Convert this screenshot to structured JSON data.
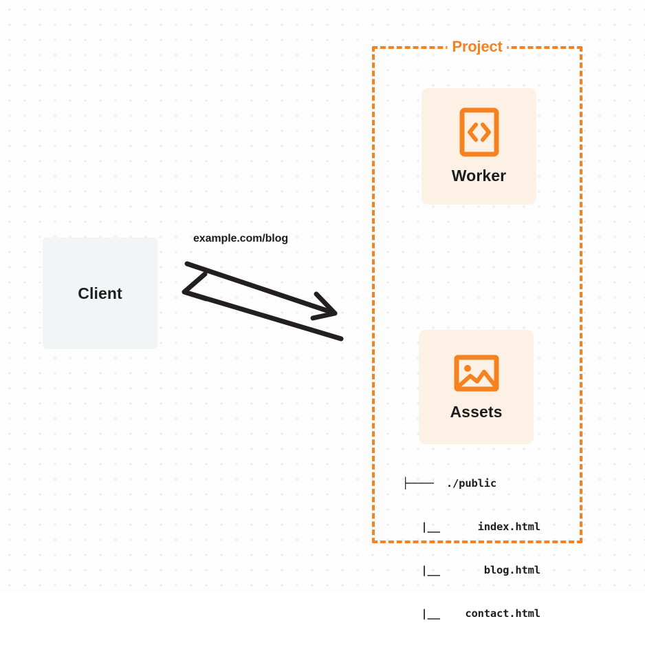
{
  "diagram": {
    "background": {
      "color": "#fdfdfd",
      "dot_color": "#ebebeb",
      "pattern": "dot-grid"
    },
    "accent_color": "#f6821f",
    "card_color": "#fdf1e5",
    "client": {
      "label": "Client",
      "fill": "#f3f4f5"
    },
    "connection": {
      "label": "example.com/blog",
      "stroke": "#231f20",
      "request_arrow": "arrow-right-icon",
      "response_arrow": "arrow-left-icon"
    },
    "project": {
      "title": "Project",
      "border_color": "#f6821f",
      "nodes": [
        {
          "id": "worker",
          "label": "Worker",
          "icon": "code-brackets-icon"
        },
        {
          "id": "assets",
          "label": "Assets",
          "icon": "image-icon"
        }
      ],
      "file_tree": [
        "├────  ./public",
        "   |__      index.html",
        "   |__       blog.html",
        "   |__    contact.html"
      ]
    }
  }
}
